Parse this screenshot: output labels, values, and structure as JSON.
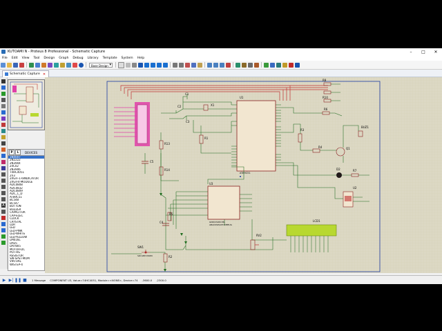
{
  "window": {
    "title": "KUTOAMI N - Proteus 8 Professional - Schematic Capture",
    "controls": {
      "minimize": "–",
      "maximize": "□",
      "close": "✕"
    }
  },
  "menu": [
    "File",
    "Edit",
    "View",
    "Tool",
    "Design",
    "Graph",
    "Debug",
    "Library",
    "Template",
    "System",
    "Help"
  ],
  "toolbar": {
    "design_select": "Base Design"
  },
  "tab": {
    "label": "Schematic Capture"
  },
  "devices": {
    "header": "DEVICES",
    "pick_button": "P",
    "lib_button": "L",
    "items": [
      "1N4007",
      "2N2222",
      "2N3904",
      "24C02",
      "2N3906",
      "74HC4051",
      "2V3",
      "2XGIF-1-6INDICATOR",
      "2XGIF4-MODULE",
      "ADC0808",
      "ADC0832",
      "ADC0809",
      "ADC_C_D",
      "AT89C51",
      "BC548",
      "BC547",
      "BUTTON",
      "BUZZER",
      "CAPACITOR",
      "CAP-ELEC",
      "CLOCK",
      "CRYSTAL",
      "LDR",
      "LED",
      "LED-PINK",
      "LED-WHITE",
      "LED-YELLOW",
      "LM016L",
      "LM35",
      "LM7805",
      "MOTOR-DC",
      "POT-HG",
      "RESISTOR",
      "SW-SPST-MOM",
      "VIRTUAL",
      "WISTEP-4"
    ],
    "selected_index": 0
  },
  "status": {
    "message": "1 Message",
    "component": "COMPONENT U3, Value=74HC4051, Module=<NONE>, Device=74",
    "coord_x": "-3600.0",
    "coord_y": "-2300.0"
  },
  "schematic": {
    "refs": [
      "X1",
      "C1",
      "C2",
      "C3",
      "U1",
      "R1",
      "R2",
      "R3",
      "R4",
      "R5",
      "R6",
      "R7",
      "R8",
      "R10",
      "R13",
      "R14",
      "U2",
      "U3",
      "D1",
      "D2",
      "Q1",
      "BUZ1",
      "LCD1",
      "RV2",
      "SW1",
      "C4",
      "C5"
    ],
    "chips": {
      "u1_lines": [
        "U1",
        "AT89C51"
      ],
      "u3_lines": [
        "U3",
        "74HC4051"
      ],
      "u3_sub": [
        "GND/CSON=BL",
        "ABACKSPACE=DEBUG",
        "74HC4051"
      ]
    },
    "labels": {
      "sw1": "SW1",
      "sw1_sub": "SW-SPST-MOM",
      "lcd": "LCD1",
      "rv2": "RV2",
      "buz": "BUZ1",
      "q1": "Q1",
      "d2": "D2",
      "u2": "U2",
      "r1": "R1",
      "r2": "R2",
      "r3": "R3",
      "r4": "R4",
      "r5": "R5",
      "r6": "R6",
      "r7": "R7",
      "r8": "R8",
      "r10": "R10",
      "r13": "R13",
      "r14": "R14",
      "c1": "C1",
      "c2": "C2",
      "c3": "C3",
      "c4": "C4",
      "c5": "C5",
      "x1": "X1"
    }
  },
  "colors": {
    "canvas": "#dcd8c4",
    "grid": "#cfcab3",
    "sheet_border": "#1a3aa0",
    "wire": "#1c6b1c",
    "bus_red": "#c03030",
    "chip_fill": "#f2e6d0",
    "chip_border": "#8a1f1f",
    "pink": "#e040a8",
    "lcd_green": "#b8d830",
    "accent": "#1a55b0"
  }
}
